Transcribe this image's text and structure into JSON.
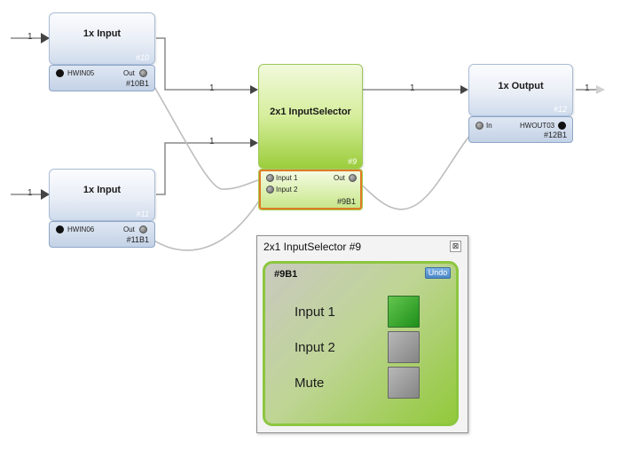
{
  "blocks": {
    "input1": {
      "title": "1x Input",
      "id": "#10",
      "hw_label": "HWIN05",
      "out_label": "Out",
      "block_id": "#10B1"
    },
    "input2": {
      "title": "1x Input",
      "id": "#11",
      "hw_label": "HWIN06",
      "out_label": "Out",
      "block_id": "#11B1"
    },
    "selector": {
      "title": "2x1 InputSelector",
      "id": "#9",
      "in1_label": "Input 1",
      "in2_label": "Input 2",
      "out_label": "Out",
      "block_id": "#9B1"
    },
    "output": {
      "title": "1x Output",
      "id": "#12",
      "in_label": "In",
      "hw_label": "HWOUT03",
      "block_id": "#12B1"
    }
  },
  "wires": {
    "ext_in1": "1",
    "ext_in2": "1",
    "in1_to_sel": "1",
    "in2_to_sel": "1",
    "sel_to_out": "1",
    "ext_out": "1"
  },
  "popup": {
    "title": "2x1 InputSelector #9",
    "close_glyph": "⊠",
    "panel_id": "#9B1",
    "undo_label": "Undo",
    "options": [
      {
        "label": "Input 1",
        "state": "on"
      },
      {
        "label": "Input 2",
        "state": "off"
      },
      {
        "label": "Mute",
        "state": "off"
      }
    ]
  },
  "colors": {
    "selected_outline": "#e07b24",
    "selector_green": "#9ccd3c",
    "active_button": "#1d8f1a",
    "undo_blue": "#4a86c6"
  }
}
